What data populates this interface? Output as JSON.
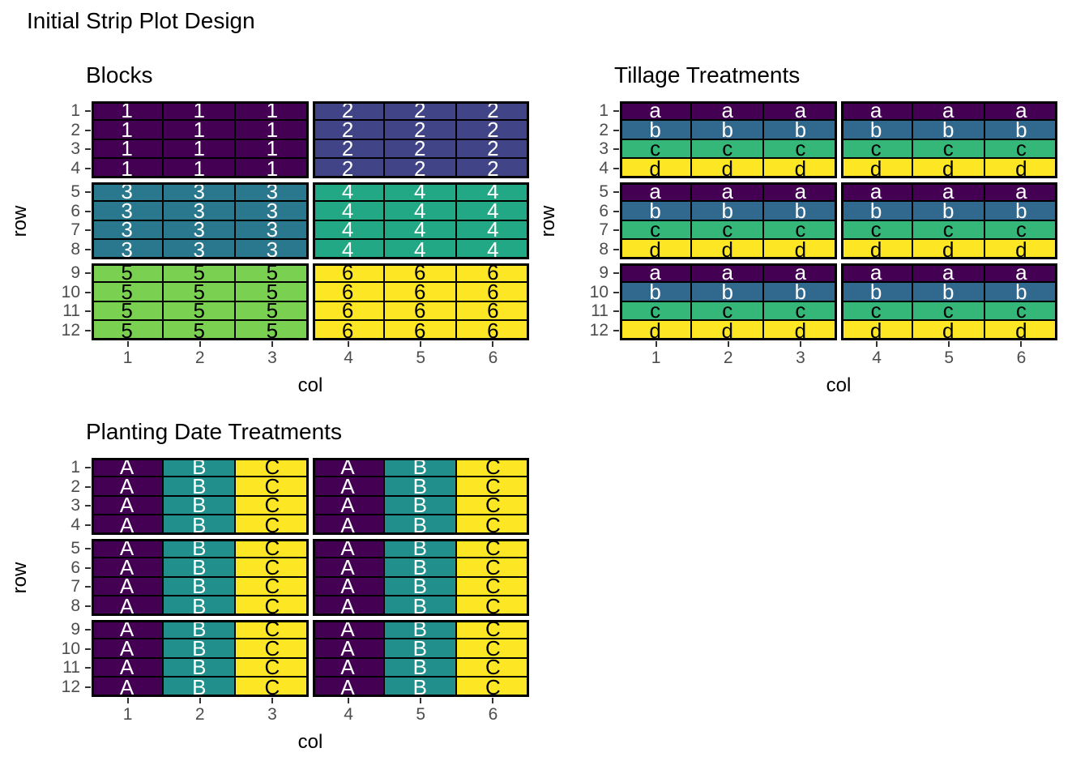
{
  "main_title": "Initial Strip Plot Design",
  "chart_data": [
    {
      "type": "heatmap",
      "title": "Blocks",
      "xlabel": "col",
      "ylabel": "row",
      "x_ticks": [
        "1",
        "2",
        "3",
        "4",
        "5",
        "6"
      ],
      "y_ticks": [
        "1",
        "2",
        "3",
        "4",
        "5",
        "6",
        "7",
        "8",
        "9",
        "10",
        "11",
        "12"
      ],
      "facets": {
        "block_rows": 3,
        "block_cols": 2,
        "rows_per_block": 4,
        "cols_per_block": 3
      },
      "grid": [
        [
          "1",
          "1",
          "1",
          "2",
          "2",
          "2"
        ],
        [
          "1",
          "1",
          "1",
          "2",
          "2",
          "2"
        ],
        [
          "1",
          "1",
          "1",
          "2",
          "2",
          "2"
        ],
        [
          "1",
          "1",
          "1",
          "2",
          "2",
          "2"
        ],
        [
          "3",
          "3",
          "3",
          "4",
          "4",
          "4"
        ],
        [
          "3",
          "3",
          "3",
          "4",
          "4",
          "4"
        ],
        [
          "3",
          "3",
          "3",
          "4",
          "4",
          "4"
        ],
        [
          "3",
          "3",
          "3",
          "4",
          "4",
          "4"
        ],
        [
          "5",
          "5",
          "5",
          "6",
          "6",
          "6"
        ],
        [
          "5",
          "5",
          "5",
          "6",
          "6",
          "6"
        ],
        [
          "5",
          "5",
          "5",
          "6",
          "6",
          "6"
        ],
        [
          "5",
          "5",
          "5",
          "6",
          "6",
          "6"
        ]
      ],
      "colors": {
        "1": {
          "bg": "#440154",
          "text": "#ffffff"
        },
        "2": {
          "bg": "#414487",
          "text": "#ffffff"
        },
        "3": {
          "bg": "#2A788E",
          "text": "#ffffff"
        },
        "4": {
          "bg": "#22A884",
          "text": "#ffffff"
        },
        "5": {
          "bg": "#7AD151",
          "text": "#000000"
        },
        "6": {
          "bg": "#FDE725",
          "text": "#000000"
        }
      }
    },
    {
      "type": "heatmap",
      "title": "Tillage Treatments",
      "xlabel": "col",
      "ylabel": "row",
      "x_ticks": [
        "1",
        "2",
        "3",
        "4",
        "5",
        "6"
      ],
      "y_ticks": [
        "1",
        "2",
        "3",
        "4",
        "5",
        "6",
        "7",
        "8",
        "9",
        "10",
        "11",
        "12"
      ],
      "facets": {
        "block_rows": 3,
        "block_cols": 2,
        "rows_per_block": 4,
        "cols_per_block": 3
      },
      "grid": [
        [
          "a",
          "a",
          "a",
          "a",
          "a",
          "a"
        ],
        [
          "b",
          "b",
          "b",
          "b",
          "b",
          "b"
        ],
        [
          "c",
          "c",
          "c",
          "c",
          "c",
          "c"
        ],
        [
          "d",
          "d",
          "d",
          "d",
          "d",
          "d"
        ],
        [
          "a",
          "a",
          "a",
          "a",
          "a",
          "a"
        ],
        [
          "b",
          "b",
          "b",
          "b",
          "b",
          "b"
        ],
        [
          "c",
          "c",
          "c",
          "c",
          "c",
          "c"
        ],
        [
          "d",
          "d",
          "d",
          "d",
          "d",
          "d"
        ],
        [
          "a",
          "a",
          "a",
          "a",
          "a",
          "a"
        ],
        [
          "b",
          "b",
          "b",
          "b",
          "b",
          "b"
        ],
        [
          "c",
          "c",
          "c",
          "c",
          "c",
          "c"
        ],
        [
          "d",
          "d",
          "d",
          "d",
          "d",
          "d"
        ]
      ],
      "colors": {
        "a": {
          "bg": "#440154",
          "text": "#ffffff"
        },
        "b": {
          "bg": "#31688E",
          "text": "#ffffff"
        },
        "c": {
          "bg": "#35B779",
          "text": "#000000"
        },
        "d": {
          "bg": "#FDE725",
          "text": "#000000"
        }
      }
    },
    {
      "type": "heatmap",
      "title": "Planting Date Treatments",
      "xlabel": "col",
      "ylabel": "row",
      "x_ticks": [
        "1",
        "2",
        "3",
        "4",
        "5",
        "6"
      ],
      "y_ticks": [
        "1",
        "2",
        "3",
        "4",
        "5",
        "6",
        "7",
        "8",
        "9",
        "10",
        "11",
        "12"
      ],
      "facets": {
        "block_rows": 3,
        "block_cols": 2,
        "rows_per_block": 4,
        "cols_per_block": 3
      },
      "grid": [
        [
          "A",
          "B",
          "C",
          "A",
          "B",
          "C"
        ],
        [
          "A",
          "B",
          "C",
          "A",
          "B",
          "C"
        ],
        [
          "A",
          "B",
          "C",
          "A",
          "B",
          "C"
        ],
        [
          "A",
          "B",
          "C",
          "A",
          "B",
          "C"
        ],
        [
          "A",
          "B",
          "C",
          "A",
          "B",
          "C"
        ],
        [
          "A",
          "B",
          "C",
          "A",
          "B",
          "C"
        ],
        [
          "A",
          "B",
          "C",
          "A",
          "B",
          "C"
        ],
        [
          "A",
          "B",
          "C",
          "A",
          "B",
          "C"
        ],
        [
          "A",
          "B",
          "C",
          "A",
          "B",
          "C"
        ],
        [
          "A",
          "B",
          "C",
          "A",
          "B",
          "C"
        ],
        [
          "A",
          "B",
          "C",
          "A",
          "B",
          "C"
        ],
        [
          "A",
          "B",
          "C",
          "A",
          "B",
          "C"
        ]
      ],
      "colors": {
        "A": {
          "bg": "#440154",
          "text": "#ffffff"
        },
        "B": {
          "bg": "#21908C",
          "text": "#ffffff"
        },
        "C": {
          "bg": "#FDE725",
          "text": "#000000"
        }
      }
    }
  ]
}
